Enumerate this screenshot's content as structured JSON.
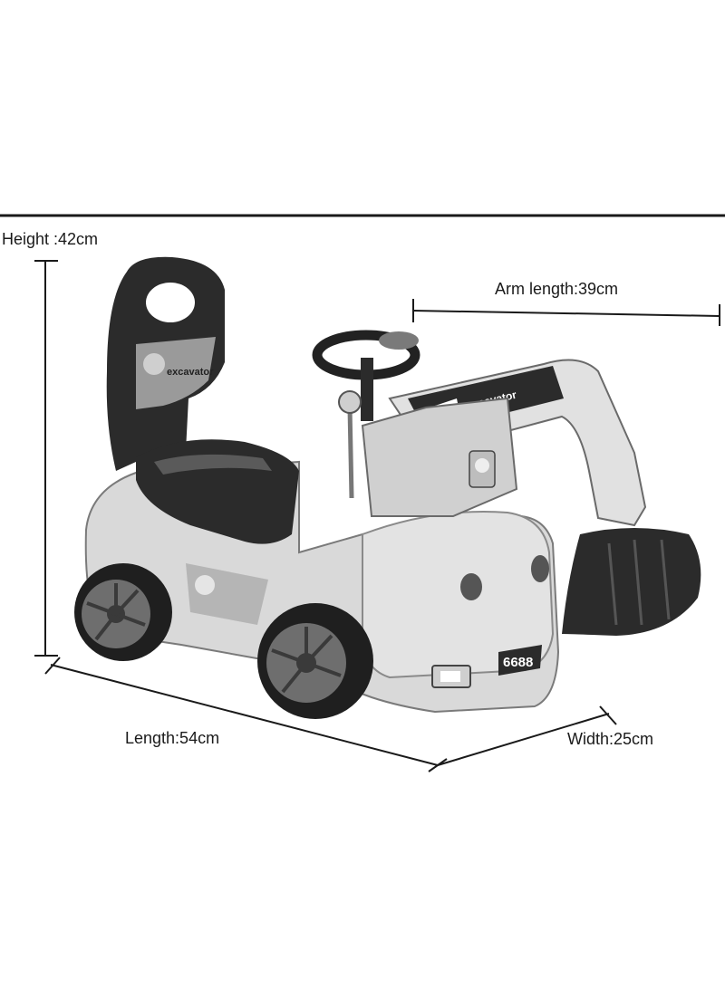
{
  "dimensions": {
    "height_label": "Height :42cm",
    "arm_label": "Arm length:39cm",
    "length_label": "Length:54cm",
    "width_label": "Width:25cm"
  },
  "toy": {
    "plate_number": "6688",
    "decal_text": "excavator",
    "tone": "grayscale"
  },
  "colors": {
    "background": "#ffffff",
    "line": "#1a1a1a",
    "body": "#d9d9d9",
    "dark": "#2b2b2b"
  }
}
